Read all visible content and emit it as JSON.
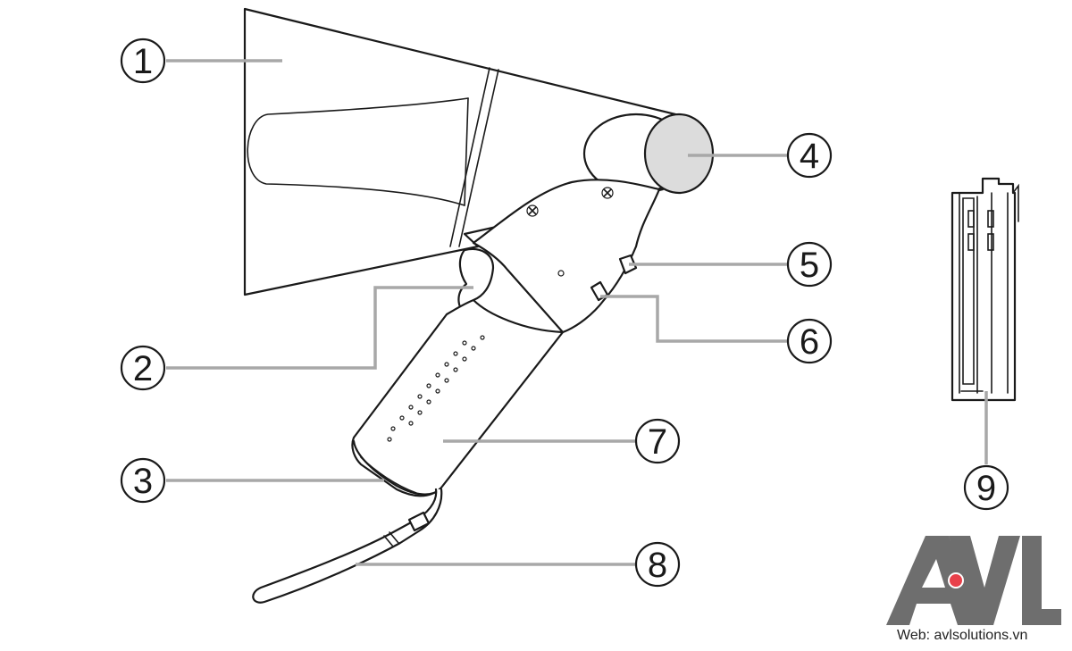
{
  "callouts": [
    "1",
    "2",
    "3",
    "4",
    "5",
    "6",
    "7",
    "8",
    "9"
  ],
  "logo": {
    "text": "AVL",
    "accent_dot_color": "#e8404a",
    "letter_color": "#6e6e6e"
  },
  "website": "Web: avlsolutions.vn",
  "colors": {
    "line": "#1a1a1a",
    "leader": "#a8a8a8",
    "lens": "#dcdcdc"
  }
}
